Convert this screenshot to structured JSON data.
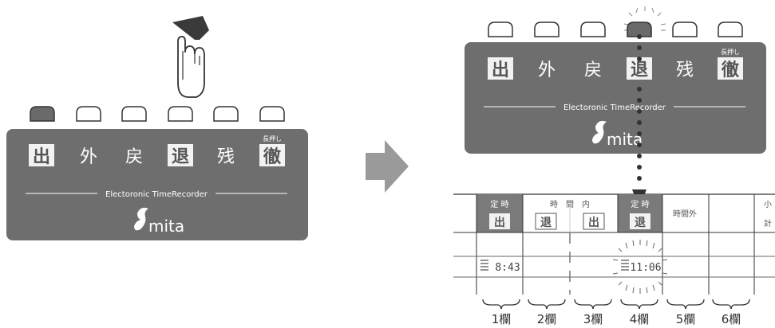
{
  "left_recorder": {
    "keys": [
      "出",
      "外",
      "戻",
      "退",
      "残",
      "徹"
    ],
    "long_press_note": "長押し",
    "brand_line": "Electoronic TimeRecorder",
    "logo_text": "mita"
  },
  "right_recorder": {
    "keys": [
      "出",
      "外",
      "戻",
      "退",
      "残",
      "徹"
    ],
    "long_press_note": "長押し",
    "brand_line": "Electoronic TimeRecorder",
    "logo_text": "mita"
  },
  "card": {
    "h_teiji_1": "定 時",
    "h_out_1": "出",
    "h_jikannai": "時　間　内",
    "h_ret_1": "退",
    "h_out_2": "出",
    "h_teiji_2": "定 時",
    "h_ret_2": "退",
    "h_jikangai": "時間外",
    "h_sho": "小",
    "h_kei": "計",
    "stamp_1": "8:43",
    "stamp_4": "11:06"
  },
  "columns": [
    "1欄",
    "2欄",
    "3欄",
    "4欄",
    "5欄",
    "6欄"
  ],
  "colors": {
    "panel": "#6e6e6e",
    "key_box": "#f2f2f2",
    "key_text_light": "#ffffff",
    "key_text_dark": "#555555",
    "hand": "#3a3a3a",
    "arrow": "#9a9a9a"
  }
}
